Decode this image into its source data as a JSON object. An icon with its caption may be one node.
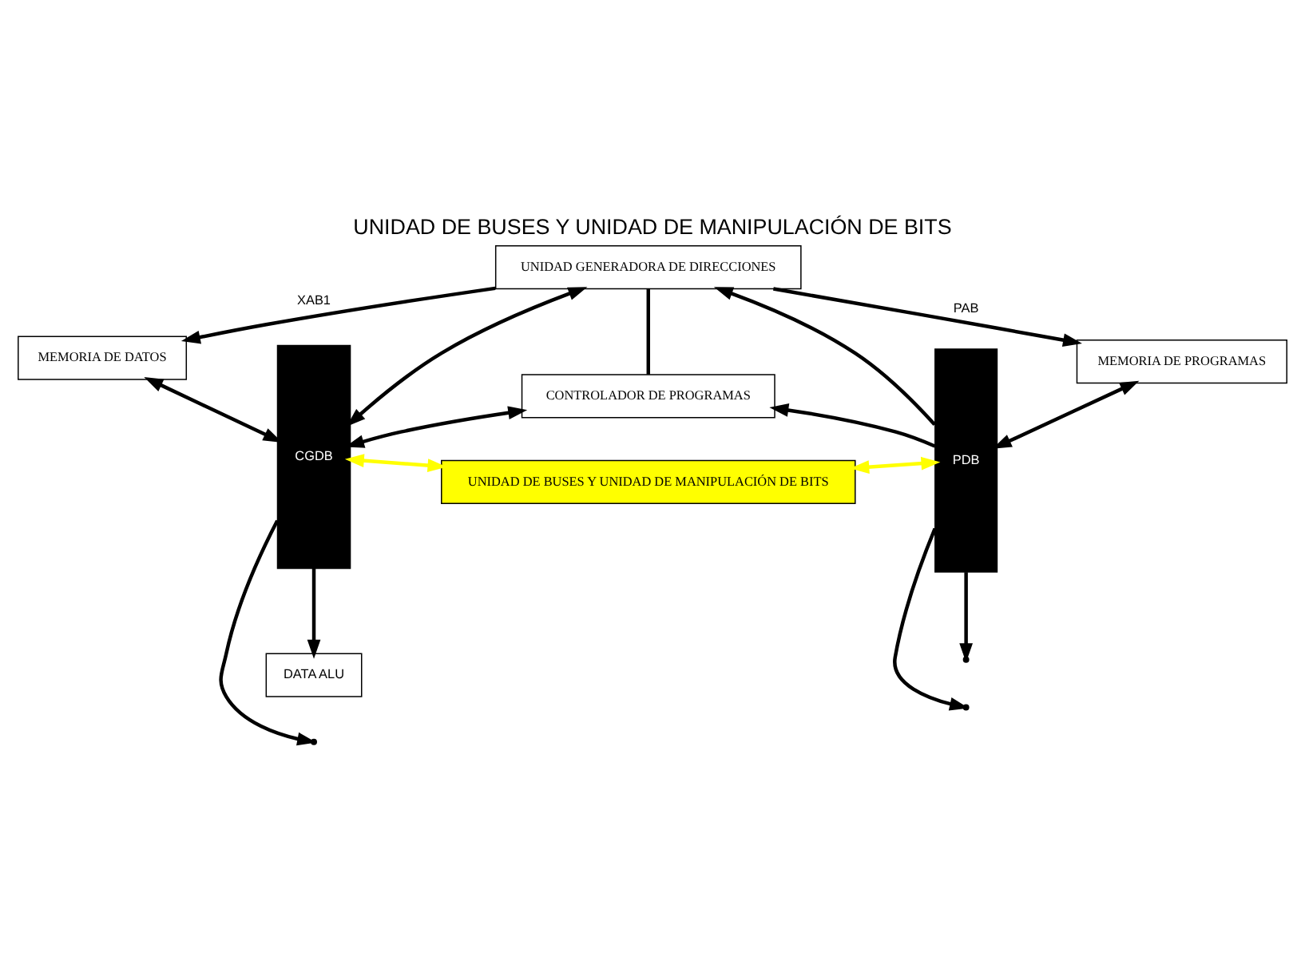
{
  "diagram": {
    "title": "UNIDAD DE BUSES Y UNIDAD DE MANIPULACIÓN DE BITS",
    "nodes": [
      {
        "text": [
          "MEMORIA DE DATOS"
        ]
      },
      {
        "text": [
          "CGDB"
        ]
      },
      {
        "text": [
          "UNIDAD GENERADORA DE DIRECCIONES"
        ]
      },
      {
        "text": [
          "CONTROLADOR DE PROGRAMAS"
        ]
      },
      {
        "text": [
          "UNIDAD DE BUSES Y UNIDAD DE MANIPULACIÓN DE BITS"
        ]
      },
      {
        "text": [
          "PDB"
        ]
      },
      {
        "text": [
          "MEMORIA DE PROGRAMAS"
        ]
      },
      {
        "text": [
          "DATA ALU"
        ]
      }
    ],
    "edges": [
      {
        "from": 1,
        "to": null,
        "arrow": "to"
      },
      {
        "from": 5,
        "to": null,
        "arrow": "to"
      },
      {
        "from": 2,
        "to": 0,
        "arrow": "to",
        "label": "XAB1"
      },
      {
        "from": 2,
        "to": 6,
        "arrow": "to",
        "label": "PAB"
      },
      {
        "from": 0,
        "to": 1,
        "arrow": "both"
      },
      {
        "from": 1,
        "to": 2,
        "arrow": "both"
      },
      {
        "from": 5,
        "to": 2,
        "arrow": "to"
      },
      {
        "from": 6,
        "to": 5,
        "arrow": "both"
      },
      {
        "from": 1,
        "to": 3,
        "arrow": "both"
      },
      {
        "from": 5,
        "to": 3,
        "arrow": "to"
      },
      {
        "from": 2,
        "to": 3,
        "arrow": "none"
      },
      {
        "from": 1,
        "to": 4,
        "arrow": "both",
        "color": "#ffff00"
      },
      {
        "from": 4,
        "to": 5,
        "arrow": "both",
        "color": "#ffff00"
      },
      {
        "from": 1,
        "to": 7,
        "arrow": "to"
      },
      {
        "from": 5,
        "to": null,
        "arrow": "to"
      }
    ]
  }
}
